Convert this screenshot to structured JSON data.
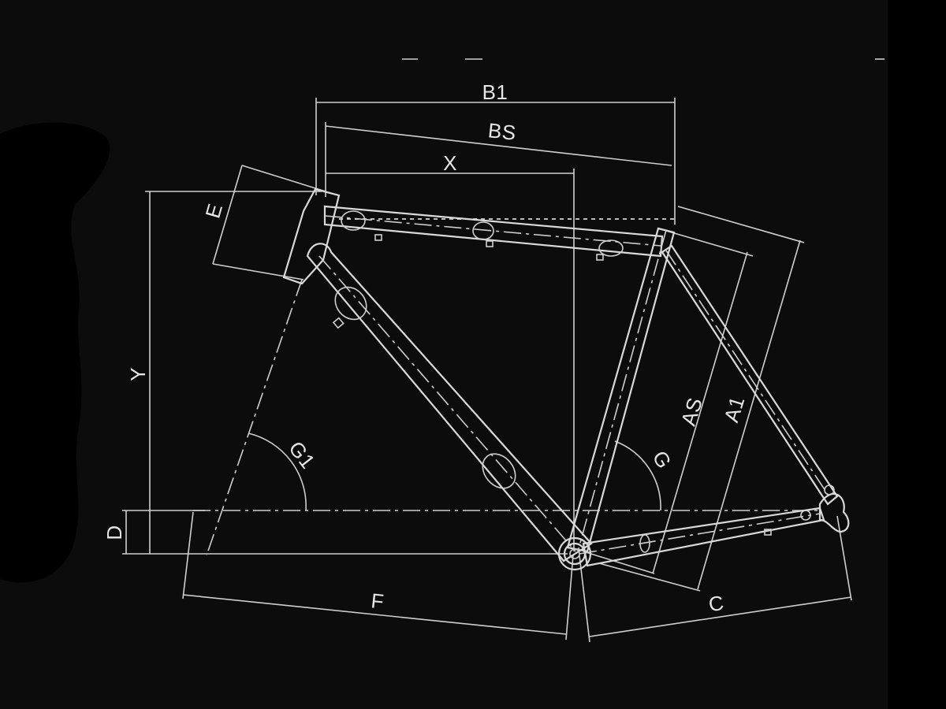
{
  "colors": {
    "background": "#0c0c0c",
    "lines": "#d9d9d9",
    "right_border": "#000000",
    "left_blob": "#000000"
  },
  "dimensions": {
    "b1": "B1",
    "bs": "BS",
    "x": "X",
    "e": "E",
    "y": "Y",
    "g1": "G1",
    "g": "G",
    "as": "AS",
    "a1": "A1",
    "d": "D",
    "f": "F",
    "c": "C"
  }
}
